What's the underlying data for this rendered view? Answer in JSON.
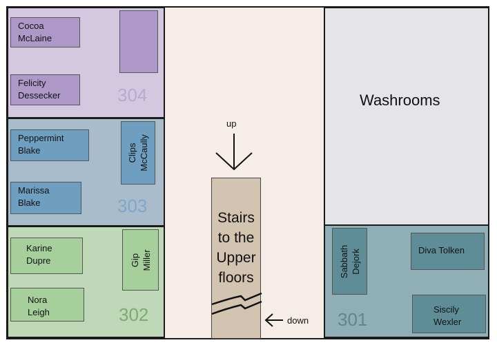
{
  "rooms": {
    "r304": {
      "number": "304",
      "beds": [
        {
          "line1": "Cocoa",
          "line2": "McLaine"
        },
        {
          "line1": "Felicity",
          "line2": "Dessecker"
        }
      ],
      "empty_bed": ""
    },
    "r303": {
      "number": "303",
      "beds": [
        {
          "line1": "Peppermint",
          "line2": "Blake"
        },
        {
          "line1": "Marissa",
          "line2": "Blake"
        }
      ],
      "vertical_bed": {
        "line1": "Clips",
        "line2": "McCaully"
      }
    },
    "r302": {
      "number": "302",
      "beds": [
        {
          "line1": "Karine",
          "line2": "Dupre"
        },
        {
          "line1": "Nora",
          "line2": "Leigh"
        }
      ],
      "vertical_bed": {
        "line1": "Gip",
        "line2": "Miller"
      }
    },
    "r301": {
      "number": "301",
      "vertical_bed": {
        "line1": "Sabbath",
        "line2": "Dejork"
      },
      "beds": [
        {
          "line1": "Diva Tolken"
        },
        {
          "line1": "Siscily",
          "line2": "Wexler"
        }
      ]
    },
    "washrooms": {
      "label": "Washrooms"
    }
  },
  "stairs": {
    "lines": [
      "Stairs",
      "to the",
      "Upper",
      "floors"
    ],
    "up_label": "up",
    "down_label": "down"
  },
  "colors": {
    "room304": "#d4c8e0",
    "bed304": "#ad98c8",
    "num304": "#b7a9d0",
    "room303": "#a9bccb",
    "bed303": "#6e9ec0",
    "num303": "#7fa6c8",
    "room302": "#bfd8b8",
    "bed302": "#a6cf9b",
    "num302": "#7aab70",
    "room301": "#8faeb5",
    "bed301": "#5e8d98",
    "num301": "#5e8794",
    "washrooms": "#e4e4e9",
    "corridor": "#f6ede8",
    "stairs": "#d3c3b1"
  }
}
